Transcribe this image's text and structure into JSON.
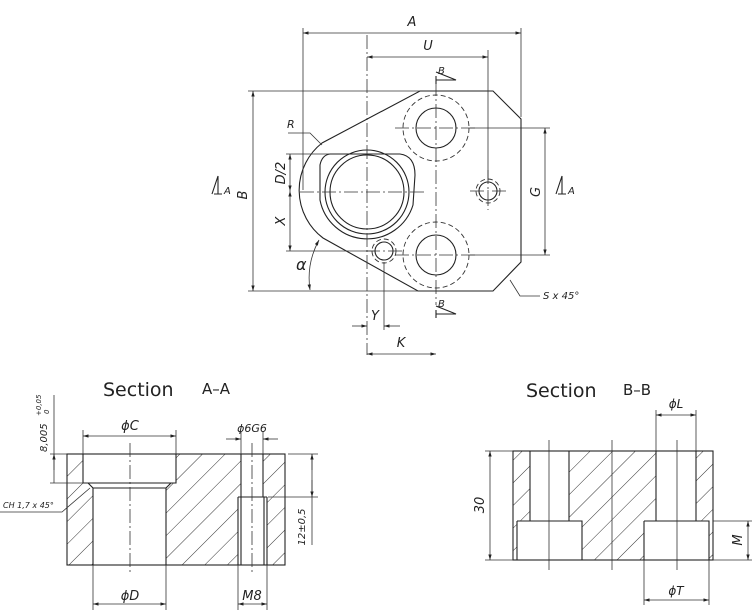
{
  "top_view": {
    "dim_A": "A",
    "dim_U": "U",
    "dim_B": "B",
    "dim_D2": "D/2",
    "dim_X": "X",
    "dim_G": "G",
    "dim_K": "K",
    "dim_Y": "Y",
    "radius": "R",
    "angle": "α",
    "chamfer": "S x 45°",
    "section_mark_B": "B",
    "section_mark_A": "A"
  },
  "section_aa": {
    "title": "Section",
    "name": "A–A",
    "dim_C": "ϕC",
    "dim_D": "ϕD",
    "dim_hole": "ϕ6G6",
    "dim_thread": "M8",
    "dim_depth": "8,005",
    "dim_depth_tol_upper": "+0,05",
    "dim_depth_tol_lower": "0",
    "dim_thread_depth": "12±0,5",
    "chamfer_note": "CH 1,7 x 45°"
  },
  "section_bb": {
    "title": "Section",
    "name": "B–B",
    "dim_L": "ϕL",
    "dim_T": "ϕT",
    "dim_height": "30",
    "dim_M": "M"
  }
}
